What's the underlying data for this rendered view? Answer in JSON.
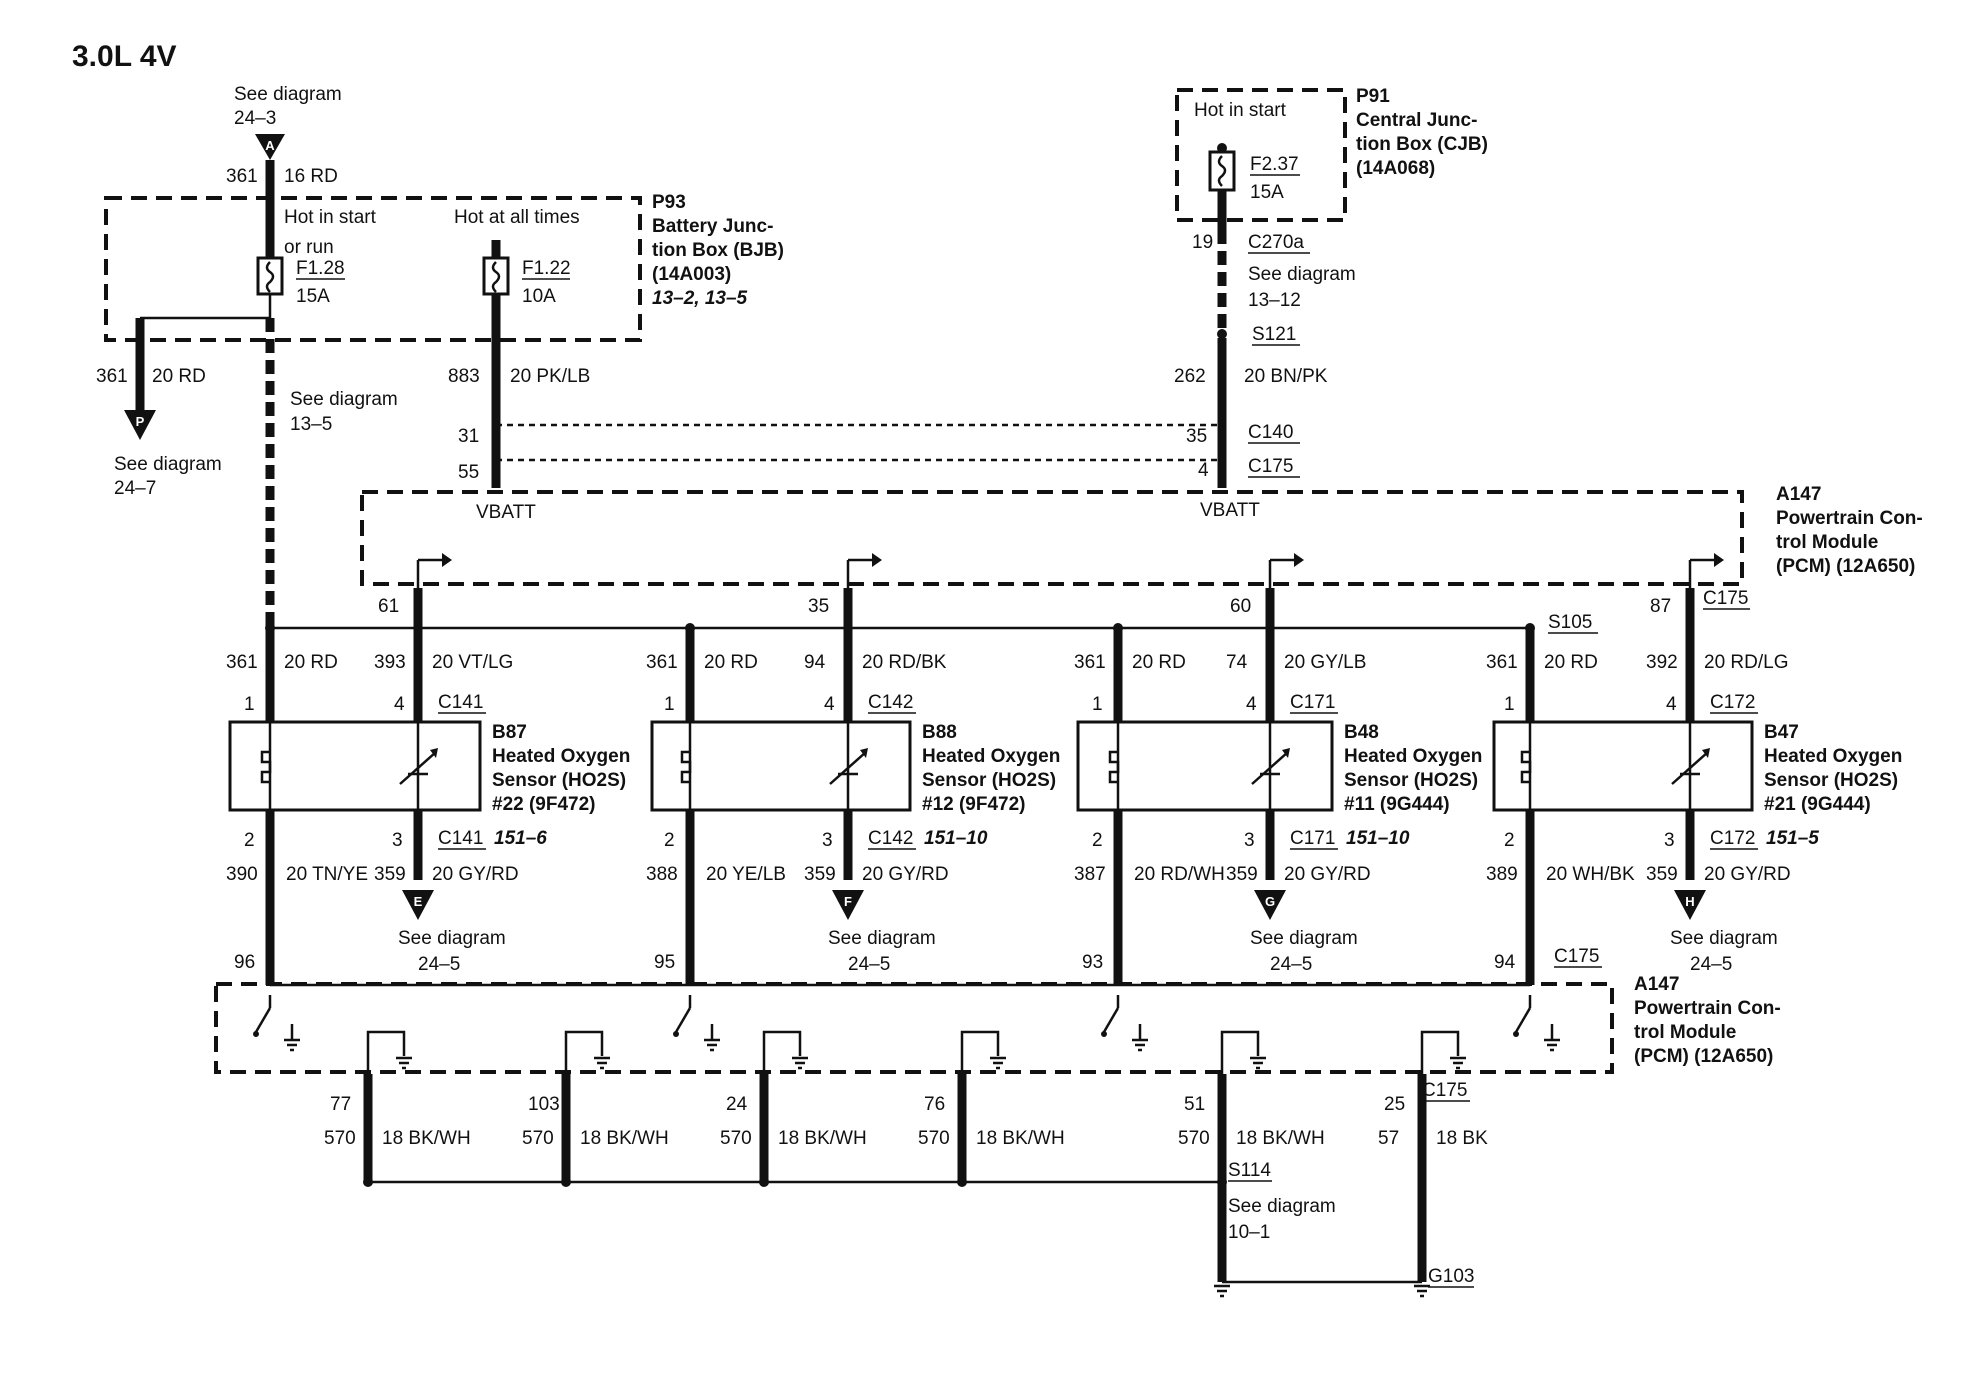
{
  "title": "3.0L 4V",
  "top_left": {
    "see_diagram": "See diagram",
    "ref": "24–3",
    "connector": "A",
    "circuit": "361",
    "wire": "16 RD"
  },
  "bjb": {
    "id": "P93",
    "name_line1": "Battery Junc-",
    "name_line2": "tion Box (BJB)",
    "part": "(14A003)",
    "refs": "13–2, 13–5",
    "hot_start_line1": "Hot in start",
    "hot_start_line2": "or run",
    "hot_all": "Hot at all times",
    "fuse1_id": "F1.28",
    "fuse1_amp": "15A",
    "fuse2_id": "F1.22",
    "fuse2_amp": "10A"
  },
  "left_branch": {
    "circuit": "361",
    "wire": "20 RD",
    "connector": "P",
    "see_diagram": "See diagram",
    "ref": "24–7"
  },
  "bjb_down": {
    "see_diagram": "See diagram",
    "ref": "13–5"
  },
  "vbatt_left": {
    "circuit": "883",
    "wire": "20 PK/LB",
    "pin_c140": "31",
    "pin_c175": "55",
    "label": "VBATT"
  },
  "cjb": {
    "id": "P91",
    "name_line1": "Central Junc-",
    "name_line2": "tion Box (CJB)",
    "part": "(14A068)",
    "hot": "Hot in start",
    "fuse_id": "F2.37",
    "fuse_amp": "15A",
    "pin": "19",
    "connector": "C270a",
    "see_diagram": "See diagram",
    "ref": "13–12",
    "splice": "S121",
    "circuit": "262",
    "wire": "20 BN/PK",
    "pin_c140": "35",
    "c140": "C140",
    "pin_c175": "4",
    "c175": "C175",
    "label": "VBATT"
  },
  "pcm": {
    "id": "A147",
    "name_line1": "Powertrain Con-",
    "name_line2": "trol Module",
    "name_line3": "(PCM) (12A650)"
  },
  "sensors": [
    {
      "pcm_pin": "61",
      "circ_heat": "361",
      "wire_heat": "20 RD",
      "circ_sig": "393",
      "wire_sig": "20 VT/LG",
      "pin1": "1",
      "pin4": "4",
      "conn": "C141",
      "id": "B87",
      "name1": "Heated Oxygen",
      "name2": "Sensor (HO2S)",
      "name3": "#22 (9F472)",
      "pin2": "2",
      "pin3": "3",
      "conn_b": "C141",
      "ref": "151–6",
      "circ_gnd": "390",
      "wire_gnd": "20 TN/YE",
      "circ_ret": "359",
      "wire_ret": "20 GY/RD",
      "arrow": "E",
      "see_diagram": "See diagram",
      "see_ref": "24–5",
      "pcm_pin_gnd": "96"
    },
    {
      "pcm_pin": "35",
      "circ_heat": "361",
      "wire_heat": "20 RD",
      "circ_sig": "94",
      "wire_sig": "20 RD/BK",
      "pin1": "1",
      "pin4": "4",
      "conn": "C142",
      "id": "B88",
      "name1": "Heated Oxygen",
      "name2": "Sensor (HO2S)",
      "name3": "#12 (9F472)",
      "pin2": "2",
      "pin3": "3",
      "conn_b": "C142",
      "ref": "151–10",
      "circ_gnd": "388",
      "wire_gnd": "20 YE/LB",
      "circ_ret": "359",
      "wire_ret": "20 GY/RD",
      "arrow": "F",
      "see_diagram": "See diagram",
      "see_ref": "24–5",
      "pcm_pin_gnd": "95"
    },
    {
      "pcm_pin": "60",
      "circ_heat": "361",
      "wire_heat": "20 RD",
      "circ_sig": "74",
      "wire_sig": "20 GY/LB",
      "pin1": "1",
      "pin4": "4",
      "conn": "C171",
      "id": "B48",
      "name1": "Heated Oxygen",
      "name2": "Sensor (HO2S)",
      "name3": "#11 (9G444)",
      "pin2": "2",
      "pin3": "3",
      "conn_b": "C171",
      "ref": "151–10",
      "circ_gnd": "387",
      "wire_gnd": "20 RD/WH",
      "circ_ret": "359",
      "wire_ret": "20 GY/RD",
      "arrow": "G",
      "see_diagram": "See diagram",
      "see_ref": "24–5",
      "pcm_pin_gnd": "93"
    },
    {
      "pcm_pin": "87",
      "circ_heat": "361",
      "wire_heat": "20 RD",
      "circ_sig": "392",
      "wire_sig": "20 RD/LG",
      "pin1": "1",
      "pin4": "4",
      "conn": "C172",
      "id": "B47",
      "name1": "Heated Oxygen",
      "name2": "Sensor (HO2S)",
      "name3": "#21 (9G444)",
      "pin2": "2",
      "pin3": "3",
      "conn_b": "C172",
      "ref": "151–5",
      "circ_gnd": "389",
      "wire_gnd": "20 WH/BK",
      "circ_ret": "359",
      "wire_ret": "20 GY/RD",
      "arrow": "H",
      "see_diagram": "See diagram",
      "see_ref": "24–5",
      "pcm_pin_gnd": "94"
    }
  ],
  "c175_upper": "C175",
  "s105": "S105",
  "c175_lower": "C175",
  "grounds": [
    {
      "pin": "77",
      "circ": "570",
      "wire": "18 BK/WH"
    },
    {
      "pin": "103",
      "circ": "570",
      "wire": "18 BK/WH"
    },
    {
      "pin": "24",
      "circ": "570",
      "wire": "18 BK/WH"
    },
    {
      "pin": "76",
      "circ": "570",
      "wire": "18 BK/WH"
    },
    {
      "pin": "51",
      "circ": "570",
      "wire": "18 BK/WH"
    },
    {
      "pin": "25",
      "circ": "57",
      "wire": "18 BK"
    }
  ],
  "ground_c175": "C175",
  "s114": "S114",
  "ground_see": "See diagram",
  "ground_ref": "10–1",
  "g103": "G103"
}
